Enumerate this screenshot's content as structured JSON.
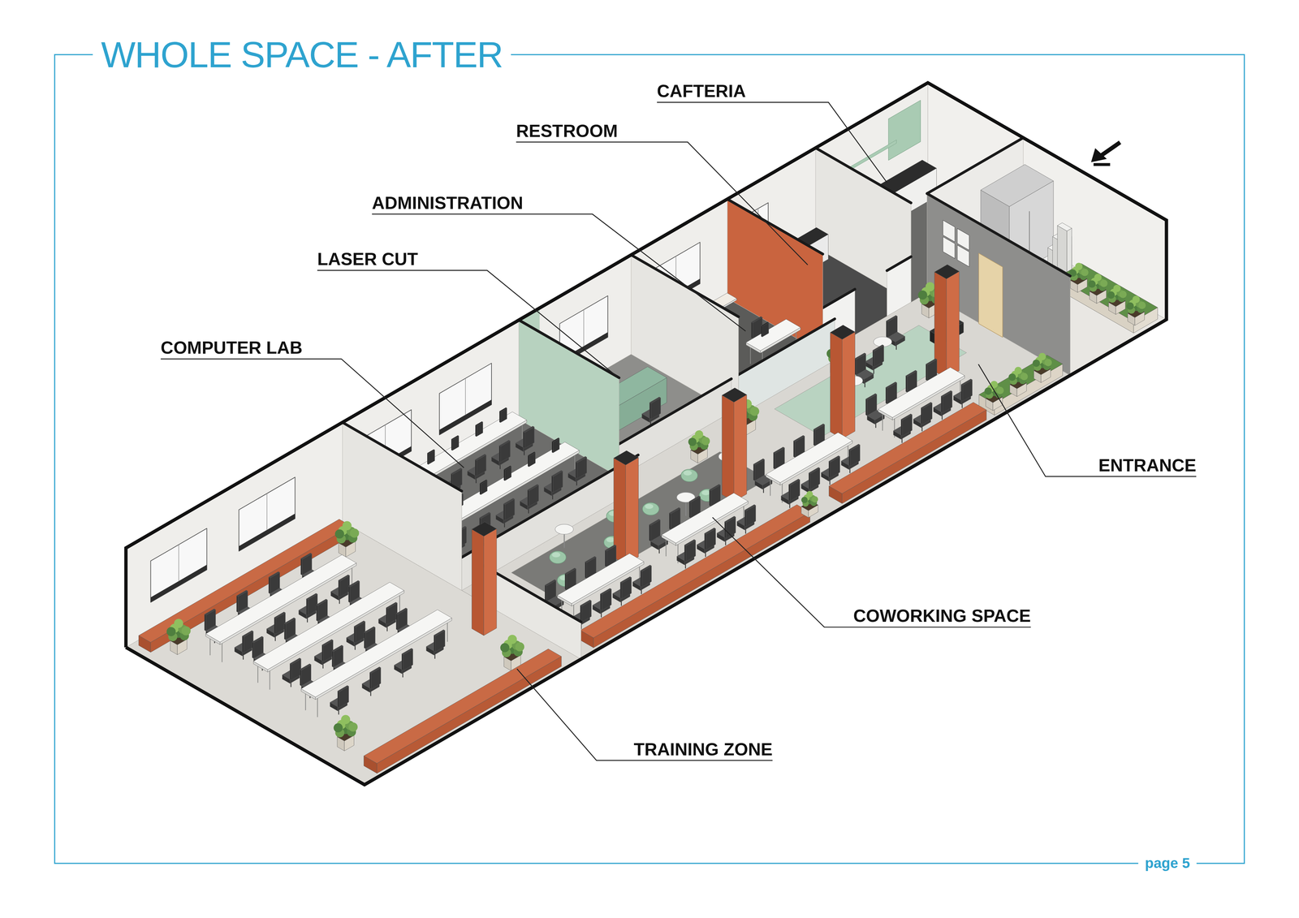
{
  "diagram": {
    "title": "WHOLE SPACE - AFTER",
    "labels": [
      "CAFTERIA",
      "RESTROOM",
      "ADMINISTRATION",
      "LASER CUT",
      "COMPUTER LAB",
      "ENTRANCE",
      "COWORKING SPACE",
      "TRAINING ZONE",
      "page 5"
    ]
  }
}
